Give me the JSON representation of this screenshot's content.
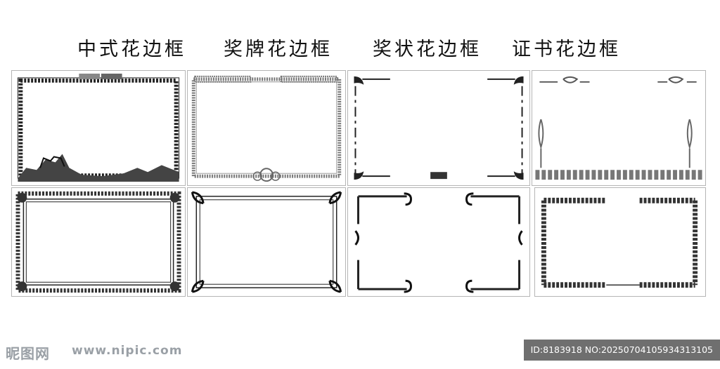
{
  "titles": [
    "中式花边框",
    "奖牌花边框",
    "奖状花边框",
    "证书花边框"
  ],
  "watermark": {
    "logo": "昵图网",
    "url": "www.nipic.com",
    "id_text": "ID:8183918 NO:20250704105934313105"
  },
  "colors": {
    "ink": "#111111",
    "panel_border": "#b5b5b5",
    "watermark": "#9aa0a6",
    "id_bg": "#6f6f6f"
  },
  "frames": [
    {
      "style": "great-wall-chevron"
    },
    {
      "style": "floral-dotted"
    },
    {
      "style": "scroll-corners"
    },
    {
      "style": "lace-medallion"
    },
    {
      "style": "baroque-double"
    },
    {
      "style": "thin-double-corner"
    },
    {
      "style": "curl-ornament"
    },
    {
      "style": "damask-band"
    }
  ]
}
